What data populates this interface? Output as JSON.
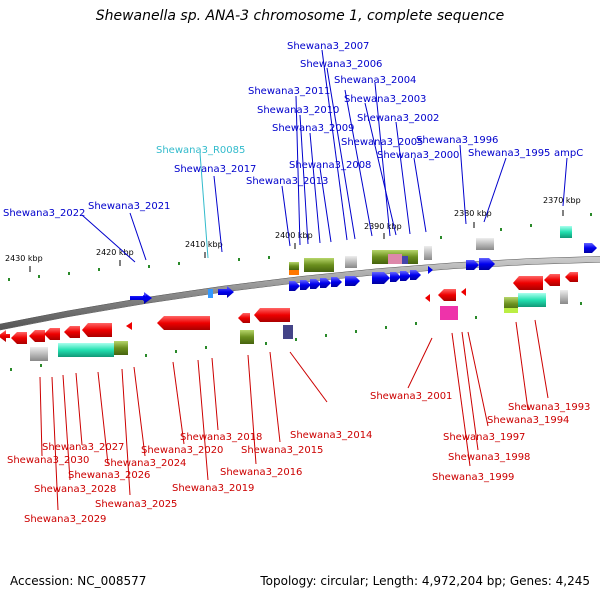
{
  "title": "Shewanella sp. ANA-3 chromosome 1, complete sequence",
  "accession": "Accession: NC_008577",
  "summary": "Topology: circular; Length: 4,972,204 bp; Genes: 4,245",
  "colors": {
    "forward": "#0000ee",
    "reverse": "#ee0000",
    "rna": "#44cccc",
    "backbone": "#888888"
  },
  "ticks": [
    "2430 kbp",
    "2420 kbp",
    "2410 kbp",
    "2400 kbp",
    "2390 kbp",
    "2380 kbp",
    "2370 kbp"
  ],
  "top_labels": [
    "Shewana3_2022",
    "Shewana3_2021",
    "Shewana3_R0085",
    "Shewana3_2017",
    "Shewana3_2013",
    "Shewana3_2011",
    "Shewana3_2010",
    "Shewana3_2009",
    "Shewana3_2008",
    "Shewana3_2007",
    "Shewana3_2006",
    "Shewana3_2005",
    "Shewana3_2004",
    "Shewana3_2003",
    "Shewana3_2002",
    "Shewana3_2000",
    "Shewana3_1996",
    "Shewana3_1995",
    "ampC"
  ],
  "bottom_labels": [
    "Shewana3_2030",
    "Shewana3_2029",
    "Shewana3_2028",
    "Shewana3_2027",
    "Shewana3_2026",
    "Shewana3_2025",
    "Shewana3_2024",
    "Shewana3_2020",
    "Shewana3_2019",
    "Shewana3_2018",
    "Shewana3_2016",
    "Shewana3_2015",
    "Shewana3_2014",
    "Shewana3_2001",
    "Shewana3_1999",
    "Shewana3_1998",
    "Shewana3_1997",
    "Shewana3_1994",
    "Shewana3_1993"
  ]
}
